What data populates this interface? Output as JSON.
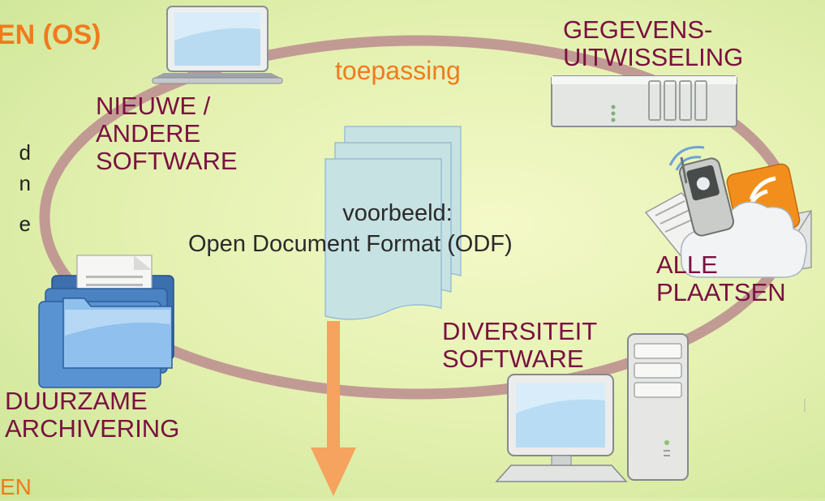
{
  "title_fragment": "EN (OS)",
  "left_fragments": [
    "d",
    "n",
    "e"
  ],
  "center_top_label": "toepassing",
  "center_text_line1": "voorbeeld:",
  "center_text_line2": "Open Document Format (ODF)",
  "nodes": {
    "nieuwe_software": [
      "NIEUWE /",
      "ANDERE",
      "SOFTWARE"
    ],
    "gegevensuitwisseling": [
      "GEGEVENS-",
      "UITWISSELING"
    ],
    "alle_plaatsen": [
      "ALLE",
      "PLAATSEN"
    ],
    "diversiteit_software": [
      "DIVERSITEIT",
      "SOFTWARE"
    ],
    "duurzame_archivering": [
      "DUURZAME",
      "ARCHIVERING"
    ]
  },
  "bottom_fragment": "EN",
  "colors": {
    "accent": "#f07b1e",
    "label": "#7a1040",
    "ring": "#c29a94",
    "background": "#e2f0ae"
  },
  "icons": [
    "laptop-icon",
    "server-icon",
    "mobile-cloud-icon",
    "desktop-computer-icon",
    "folders-icon",
    "document-stack-icon",
    "down-arrow-icon"
  ]
}
